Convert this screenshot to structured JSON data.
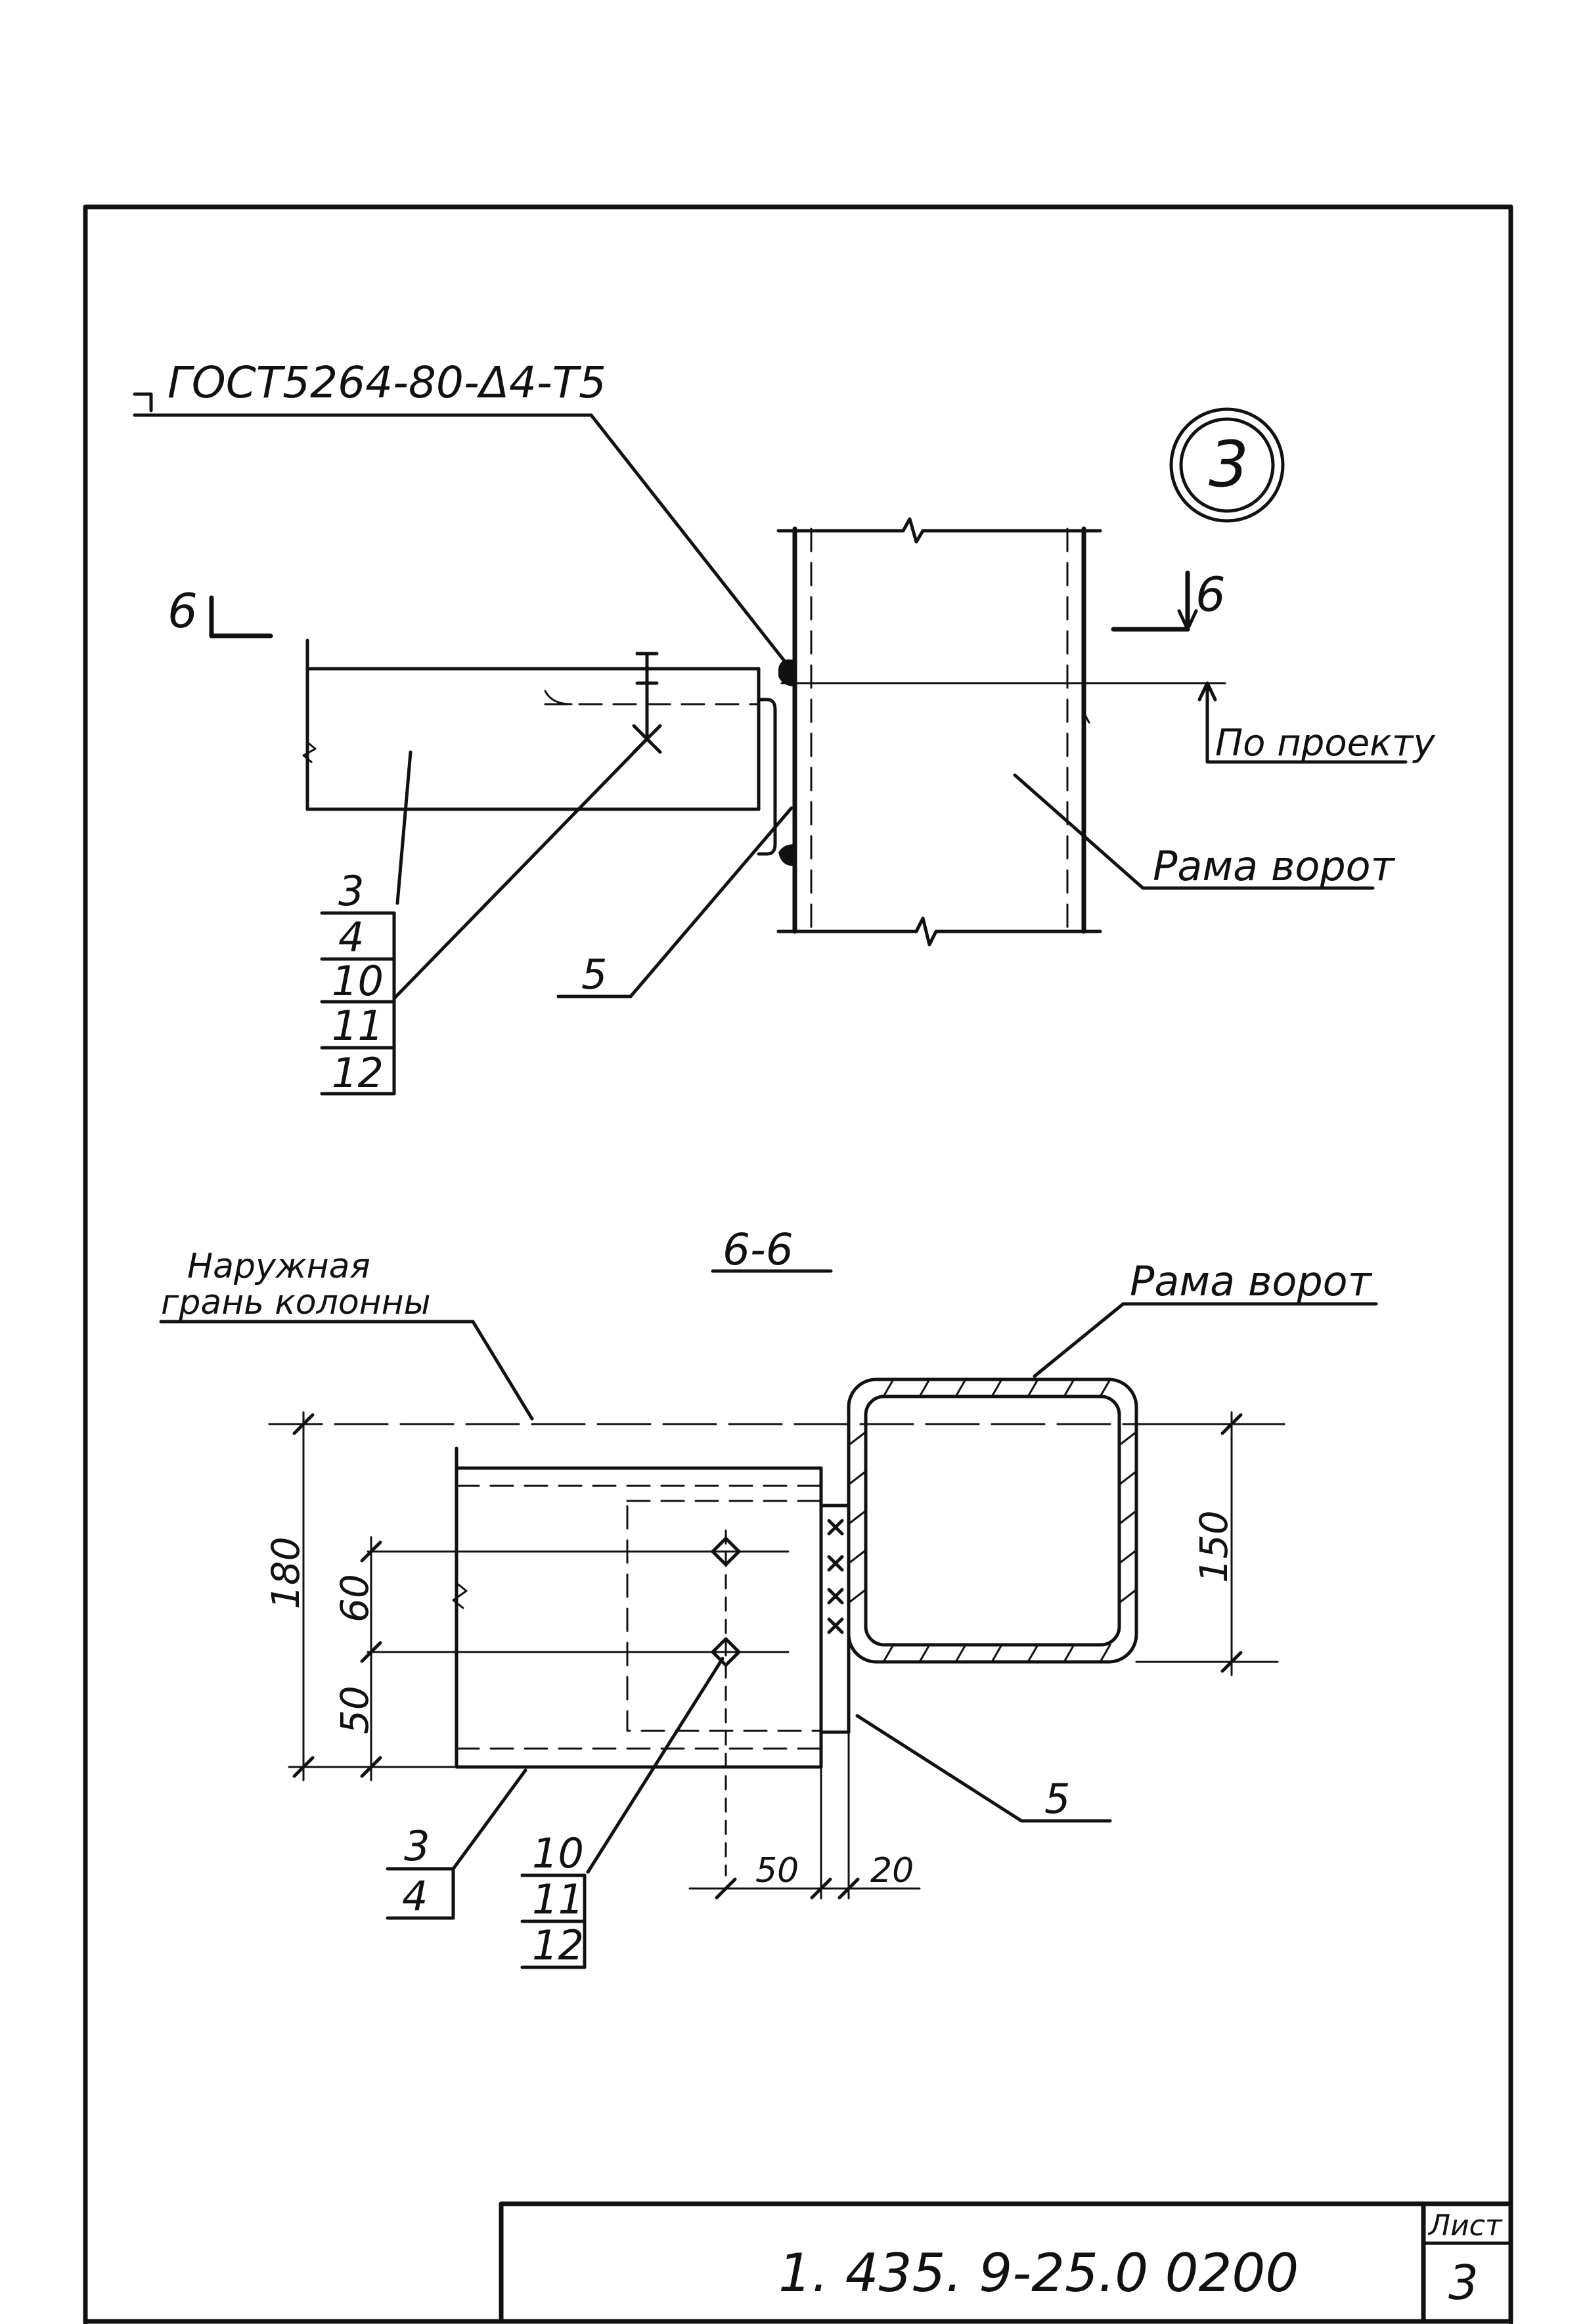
{
  "detail": {
    "number": "3",
    "weld_note": "ГОСТ5264-80-Δ4-Т5",
    "section_mark": "6",
    "by_project_label": "По проекту",
    "frame_label": "Рама ворот",
    "callouts_top": [
      "3",
      "4",
      "10",
      "11",
      "12"
    ],
    "callout_5": "5"
  },
  "section": {
    "title": "6-6",
    "outer_face_label_line1": "Наружная",
    "outer_face_label_line2": "грань колонны",
    "frame_label": "Рама ворот",
    "dims": {
      "total": "180",
      "upper": "60",
      "lower": "50",
      "tube": "150",
      "horiz_a": "50",
      "horiz_b": "20"
    },
    "callouts_beam": [
      "3",
      "4"
    ],
    "callouts_bolt": [
      "10",
      "11",
      "12"
    ],
    "callout_5": "5"
  },
  "title_block": {
    "code": "1. 435. 9-25.0 0200",
    "sheet_label": "Лист",
    "sheet_number": "3"
  }
}
